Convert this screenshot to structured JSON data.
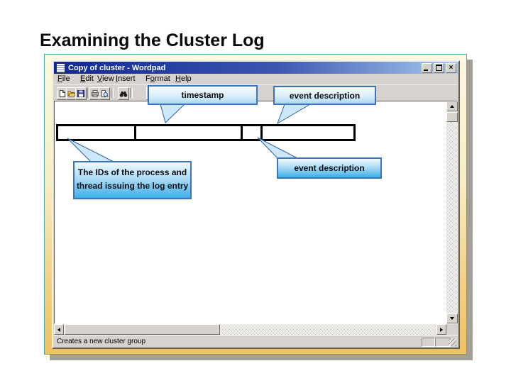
{
  "slide": {
    "title": "Examining the Cluster Log"
  },
  "window": {
    "title": "Copy of cluster - Wordpad",
    "menu": [
      {
        "pre": "",
        "accel": "F",
        "post": "ile"
      },
      {
        "pre": "",
        "accel": "E",
        "post": "dit"
      },
      {
        "pre": "",
        "accel": "V",
        "post": "iew"
      },
      {
        "pre": "",
        "accel": "I",
        "post": "nsert"
      },
      {
        "pre": "F",
        "accel": "o",
        "post": "rmat"
      },
      {
        "pre": "",
        "accel": "H",
        "post": "elp"
      }
    ],
    "toolbar_icons": [
      "new-document",
      "open-folder",
      "save",
      "print",
      "print-preview",
      "find",
      "cut"
    ],
    "title_buttons": [
      "minimize",
      "maximize",
      "close"
    ],
    "status": "Creates a new cluster group"
  },
  "callouts": {
    "timestamp": {
      "label": "timestamp"
    },
    "event_description_top": {
      "label": "event description"
    },
    "process_ids": {
      "line1": "The IDs of the process and",
      "line2": "thread issuing the log entry"
    },
    "event_description_bottom": {
      "label": "event description"
    }
  },
  "colors": {
    "panel_top": "#fcf9e3",
    "panel_bottom": "#efc262",
    "panel_border": "#4fae9f",
    "shadow": "#a3a09a",
    "titlebar_left": "#0f2796",
    "titlebar_right": "#a8cbf0",
    "callout_border": "#3a74c0",
    "callout_fill_light": "#abd9f4",
    "callout_fill_deep": "#3cafe8",
    "window_face": "#d6d3ce"
  }
}
